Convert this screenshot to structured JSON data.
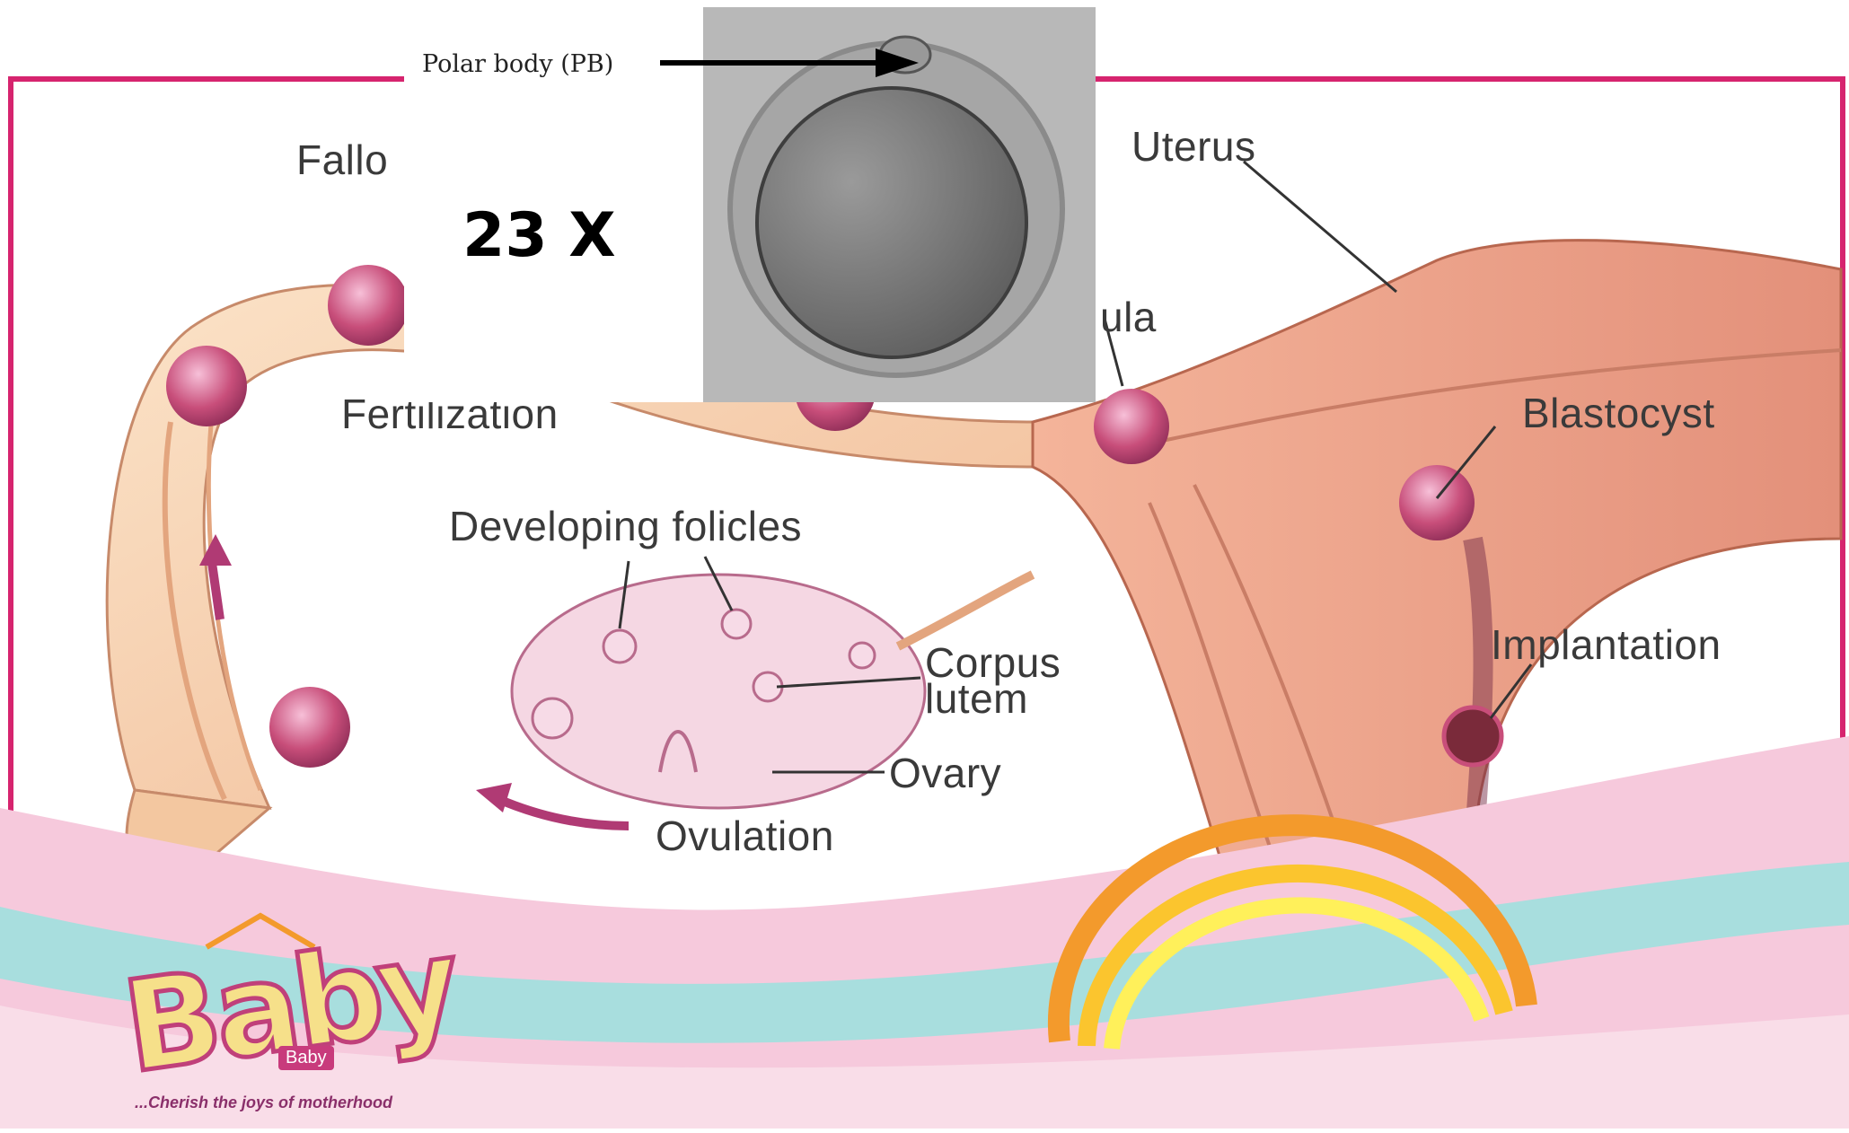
{
  "diagram": {
    "labels": {
      "fallopian": "Fallo",
      "uterus": "Uterus",
      "morula": "ula",
      "fertilization": "Fertilization",
      "blastocyst": "Blastocyst",
      "developing_follicles": "Developing folicles",
      "corpus_line1": "Corpus",
      "corpus_line2": "lutem",
      "ovary": "Ovary",
      "ovulation": "Ovulation",
      "implantation": "Implantation"
    }
  },
  "inset": {
    "count_label": "23 X",
    "polar_body_label": "Polar body (PB)"
  },
  "logo": {
    "word": "Baby",
    "badge": "Baby",
    "tagline": "...Cherish the joys of motherhood"
  },
  "colors": {
    "frame": "#d6246e",
    "tube": "#f3c7a0",
    "uterus_muscle": "#e89a82",
    "cell": "#c84e7a",
    "wave_pink": "#f6c9dc",
    "wave_teal": "#a8dede",
    "arrow": "#b03a74"
  }
}
